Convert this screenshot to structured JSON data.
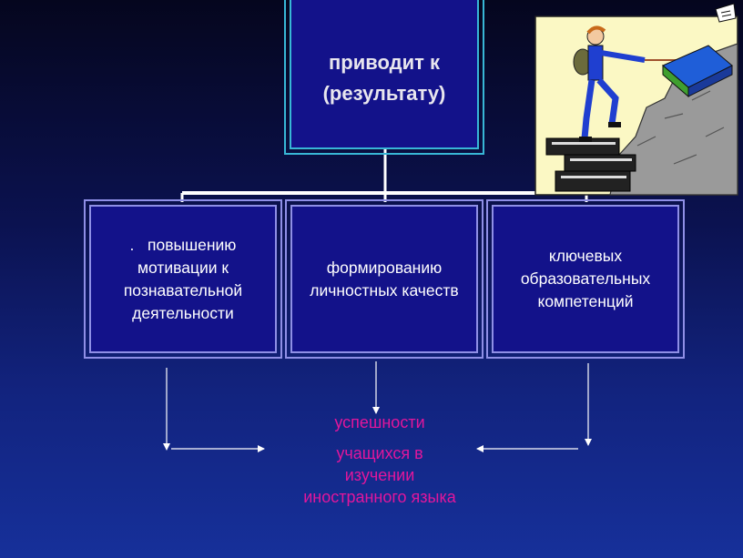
{
  "diagram": {
    "top_box": {
      "text": "приводит к (результату)"
    },
    "level2": [
      {
        "bullet": ".",
        "text": "повышению мотивации к познавательной деятельности"
      },
      {
        "text": "формированию личностных качеств"
      },
      {
        "text": "ключевых образовательных компетенций"
      }
    ],
    "result": {
      "line1": "успешности",
      "line2": "учащихся в изучении иностранного языка"
    }
  },
  "colors": {
    "background": "#0b1250",
    "box_fill": "#13128a",
    "box_border": "#8f8fe6",
    "top_box_border": "#38b6d6",
    "result_text": "#e2169c",
    "connector": "#ffffff"
  },
  "illustration": {
    "icon": "man-climbing-book-steps-clipart"
  }
}
